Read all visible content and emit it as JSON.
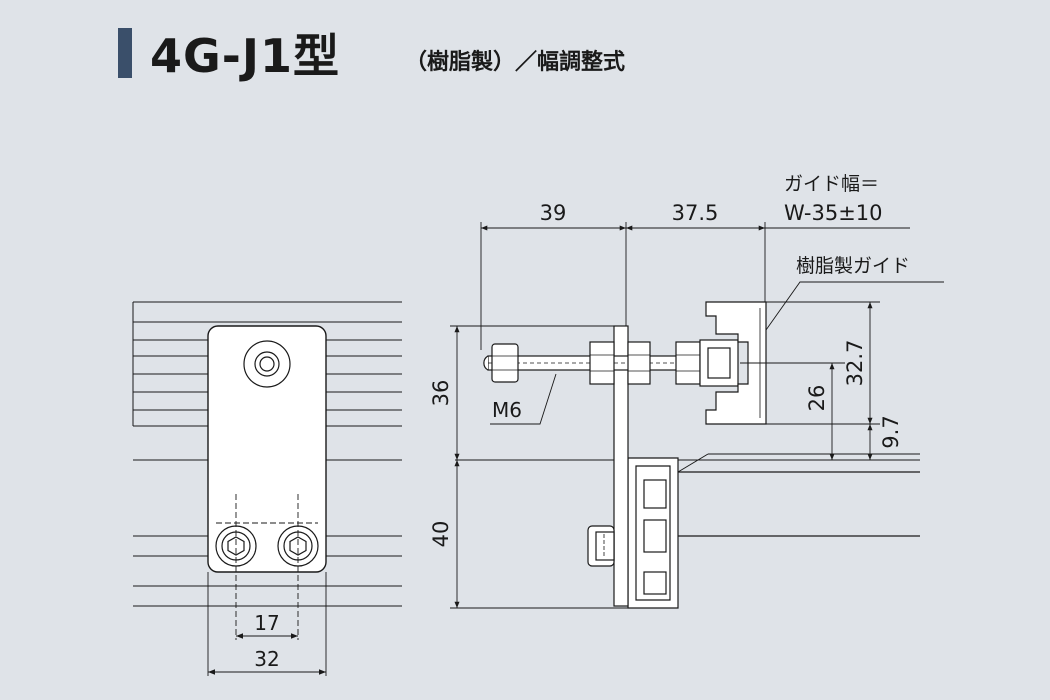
{
  "header": {
    "model": "4G-J1型",
    "subtitle": "（樹脂製）／幅調整式"
  },
  "dimensions": {
    "d39": "39",
    "d37_5": "37.5",
    "guide_width_label": "ガイド幅＝",
    "guide_width_value": "W-35±10",
    "resin_guide": "樹脂製ガイド",
    "d36": "36",
    "d40": "40",
    "d26": "26",
    "d32_7": "32.7",
    "d9_7": "9.7",
    "m6": "M6",
    "d17": "17",
    "d32": "32"
  },
  "colors": {
    "background": "#dfe3e8",
    "accent_bar": "#3a4f6a",
    "line": "#1a1a1a",
    "part_fill": "#ffffff"
  }
}
